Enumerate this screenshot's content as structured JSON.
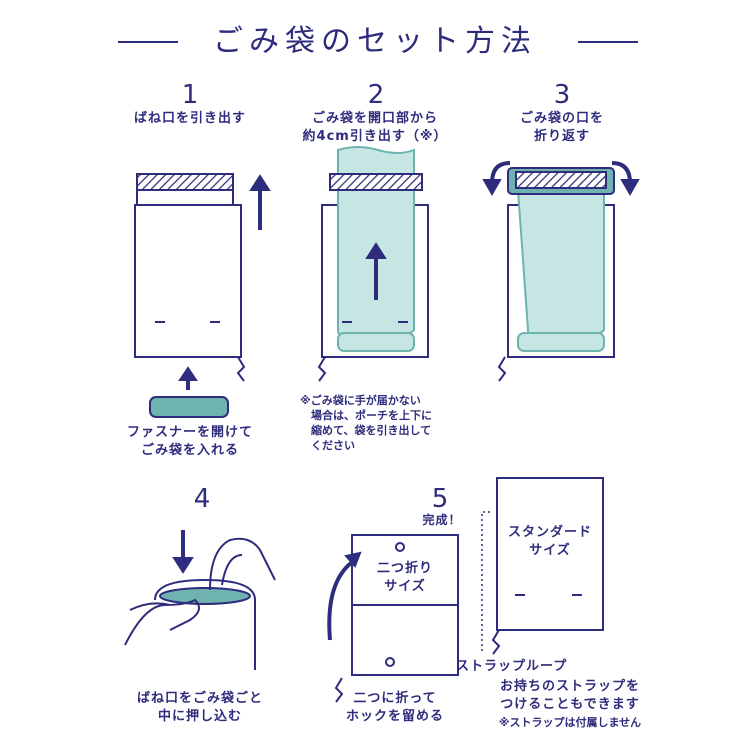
{
  "title": "ごみ袋のセット方法",
  "colors": {
    "navy": "#2e2c7c",
    "teal_light": "#c6e6e4",
    "teal": "#6fb3b0"
  },
  "steps": [
    {
      "number": "1",
      "caption": "ばね口を引き出す",
      "sub_caption": "ファスナーを開けて\nごみ袋を入れる"
    },
    {
      "number": "2",
      "caption": "ごみ袋を開口部から\n約4cm引き出す（※）",
      "note": "※ごみ袋に手が届かない\n　場合は、ポーチを上下に\n　縮めて、袋を引き出して\n　ください"
    },
    {
      "number": "3",
      "caption": "ごみ袋の口を\n折り返す"
    },
    {
      "number": "4",
      "caption": "ばね口をごみ袋ごと\n中に押し込む"
    },
    {
      "number": "5",
      "done": "完成！",
      "caption": "二つに折って\nホックを留める",
      "folded_label": "二つ折り\nサイズ",
      "standard_label": "スタンダード\nサイズ",
      "strap_title": "ストラップループ",
      "strap_text": "お持ちのストラップを\nつけることもできます",
      "strap_note": "※ストラップは付属しません"
    }
  ]
}
